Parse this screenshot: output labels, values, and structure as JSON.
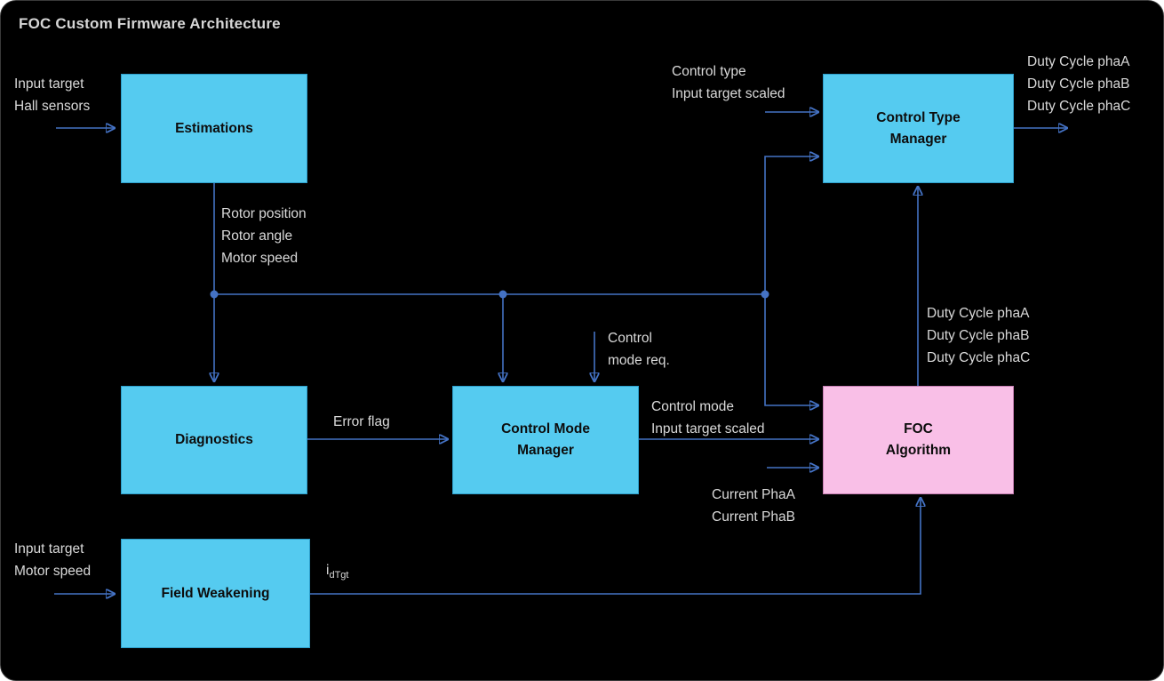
{
  "title": "FOC Custom Firmware Architecture",
  "nodes": {
    "estimations": "Estimations",
    "control_type_manager": "Control Type\nManager",
    "diagnostics": "Diagnostics",
    "control_mode_manager": "Control Mode\nManager",
    "foc_algorithm": "FOC\nAlgorithm",
    "field_weakening": "Field Weakening"
  },
  "labels": {
    "estimations_inputs": "Input target\nHall sensors",
    "estimations_outputs": "Rotor position\nRotor angle\nMotor speed",
    "control_type_inputs": "Control type\nInput target scaled",
    "control_type_outputs": "Duty Cycle phaA\nDuty Cycle phaB\nDuty Cycle phaC",
    "foc_outputs": "Duty Cycle phaA\nDuty Cycle phaB\nDuty Cycle phaC",
    "error_flag": "Error flag",
    "control_mode_request": "Control\nmode req.",
    "control_mode_outputs": "Control mode\nInput target scaled",
    "current_inputs": "Current PhaA\nCurrent PhaB",
    "field_weakening_inputs": "Input target\nMotor speed",
    "idtgt_base": "i",
    "idtgt_sub": "dTgt"
  },
  "colors": {
    "background": "#000000",
    "node_fill": "#55CBF0",
    "node_accent_fill": "#F9BFE7",
    "connector": "#4472C4",
    "label_text": "#D9D9D9"
  }
}
